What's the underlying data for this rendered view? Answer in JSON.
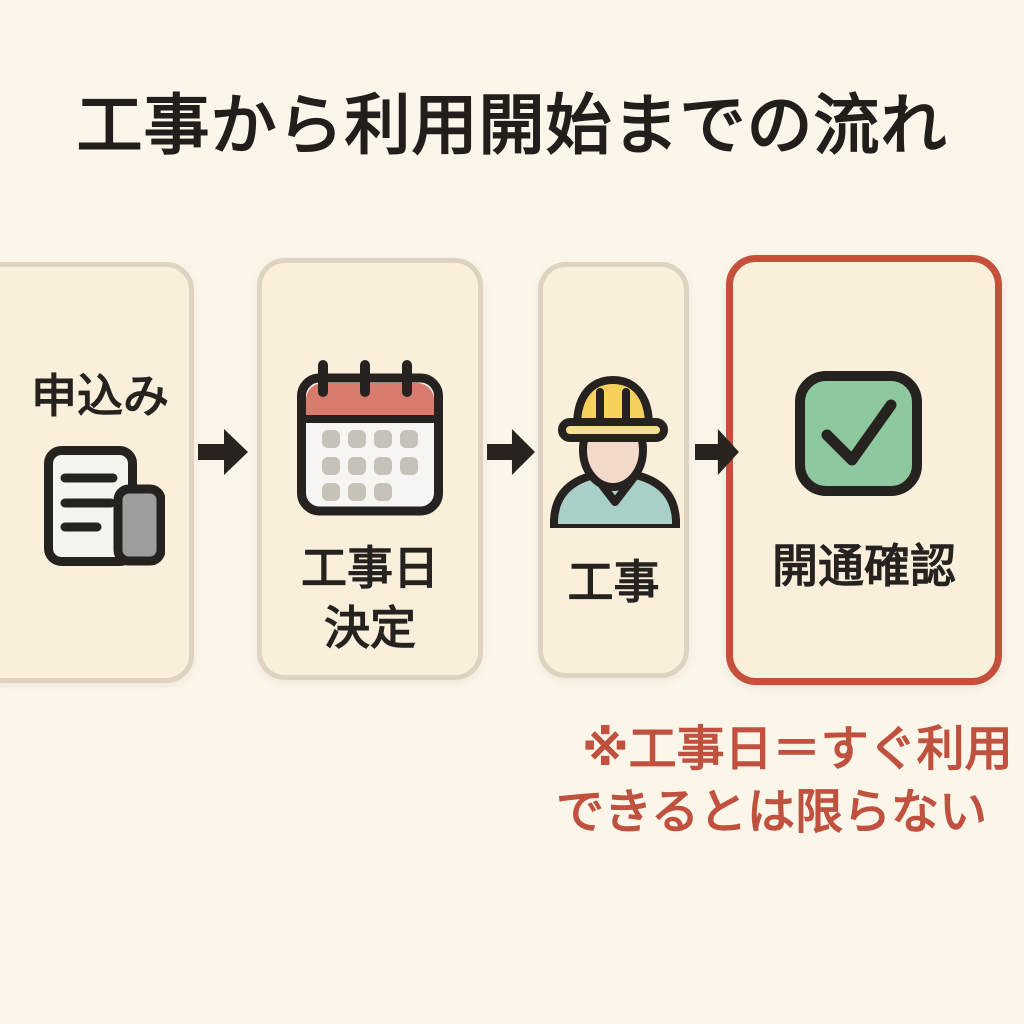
{
  "title": "工事から利用開始までの流れ",
  "steps": [
    {
      "label": "申込み",
      "icon": "application-form-icon"
    },
    {
      "label_line1": "工事日",
      "label_line2": "決定",
      "icon": "calendar-icon"
    },
    {
      "label": "工事",
      "icon": "construction-worker-icon"
    },
    {
      "label": "開通確認",
      "icon": "check-square-icon",
      "highlighted": true
    }
  ],
  "note": {
    "line1": "※工事日＝すぐ利用",
    "line2": "できるとは限らない"
  },
  "colors": {
    "background": "#fbf5ea",
    "card_fill": "#f9efdb",
    "card_border": "#ddd3c0",
    "highlight_border": "#c44f3b",
    "title_text": "#211e1c",
    "label_text": "#262220",
    "note_text": "#c0513f",
    "arrow": "#29231f",
    "outline_black": "#262220",
    "check_green": "#8ec89e",
    "calendar_red": "#d87b6c",
    "helmet_yellow": "#f6d05c",
    "helmet_brim_yellow": "#f7e18d",
    "shirt_teal": "#a9cfc9",
    "skin": "#f3dac8",
    "neck_skin": "#dfb29c",
    "phone_gray": "#9e9d9b",
    "paper_white": "#f6f4ef",
    "calendar_dot_gray": "#c6c2b9"
  }
}
